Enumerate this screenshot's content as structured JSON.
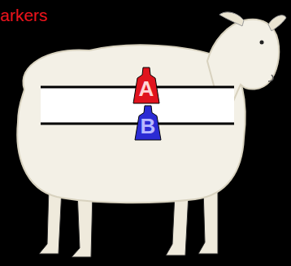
{
  "diagram": {
    "nodes": [
      {
        "text": [
          "A"
        ]
      },
      {
        "text": [
          "B"
        ]
      }
    ],
    "labels": [
      "arkers"
    ]
  }
}
